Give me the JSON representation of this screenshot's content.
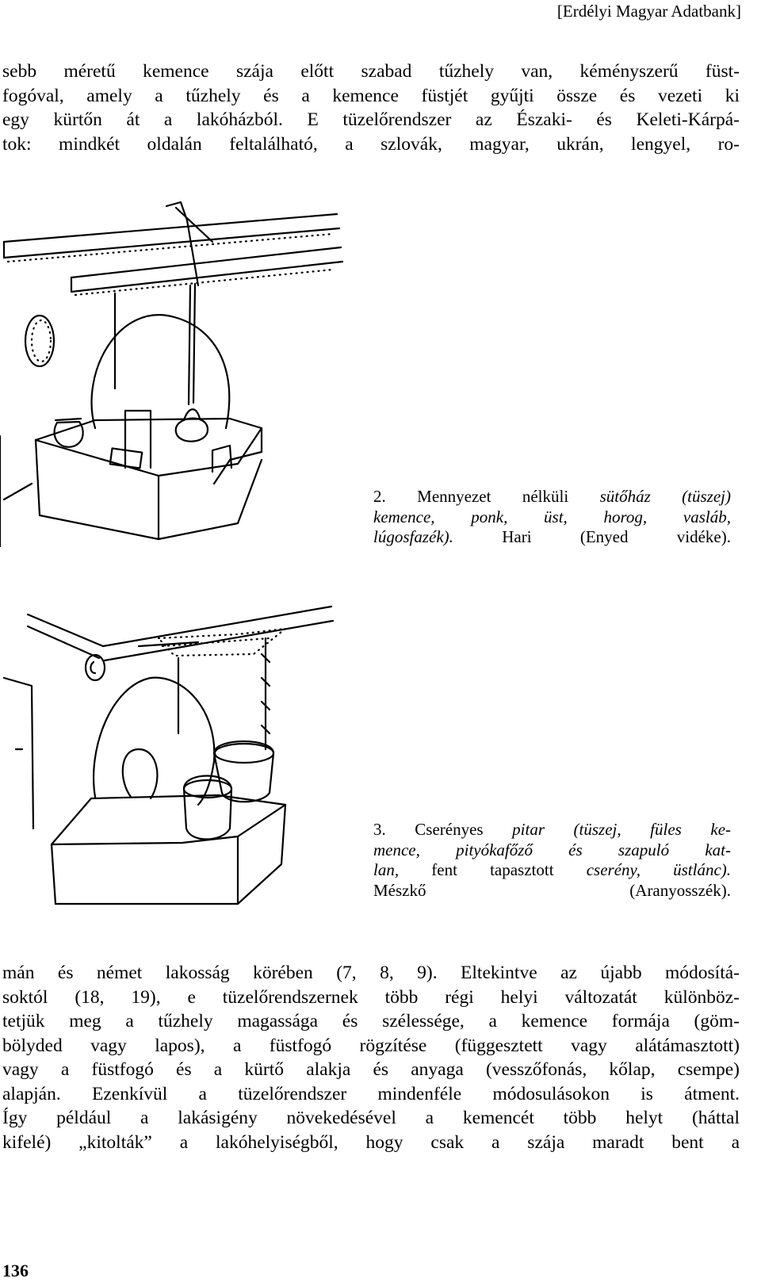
{
  "header": {
    "title": "[Erdélyi Magyar Adatbank]"
  },
  "paragraph_top": {
    "lines": [
      "sebb méretű kemence szája előtt szabad tűzhely van, kéményszerű füst-",
      "fogóval, amely a tűzhely és a kemence füstjét gyűjti össze és vezeti ki",
      "egy kürtőn át a lakóházból. E tüzelőrendszer az Északi- és Keleti-Kárpá-",
      "tok: mindkét oldalán feltalálható, a szlovák, magyar, ukrán, lengyel, ro-"
    ]
  },
  "figure2": {
    "caption_lines": [
      {
        "segments": [
          {
            "text": "2. Mennyezet nélküli ",
            "italic": false
          },
          {
            "text": "sütőház (tüszej)",
            "italic": true
          }
        ]
      },
      {
        "segments": [
          {
            "text": "kemence, ponk, üst, horog, vasláb,",
            "italic": true
          }
        ]
      },
      {
        "segments": [
          {
            "text": "lúgosfazék).",
            "italic": true
          },
          {
            "text": " Hari (Enyed vidéke).",
            "italic": false
          }
        ]
      }
    ]
  },
  "figure3": {
    "caption_lines": [
      {
        "segments": [
          {
            "text": "3. Cserényes ",
            "italic": false
          },
          {
            "text": "pitar (tüszej, füles ke-",
            "italic": true
          }
        ]
      },
      {
        "segments": [
          {
            "text": "mence, pityókafőző és szapuló kat-",
            "italic": true
          }
        ]
      },
      {
        "segments": [
          {
            "text": "lan,",
            "italic": true
          },
          {
            "text": " fent tapasztott ",
            "italic": false
          },
          {
            "text": "cserény, üstlánc).",
            "italic": true
          }
        ]
      },
      {
        "segments": [
          {
            "text": "Mészkő (Aranyosszék).",
            "italic": false
          }
        ]
      }
    ]
  },
  "paragraph_bottom": {
    "lines": [
      "mán és német lakosság körében (7, 8, 9). Eltekintve az újabb módosítá-",
      "soktól (18, 19), e tüzelőrendszernek több régi helyi változatát különböz-",
      "tetjük meg a tűzhely magassága és szélessége, a kemence formája (göm-",
      "bölyded vagy lapos), a füstfogó rögzítése (függesztett vagy alátámasztott)",
      "vagy a füstfogó és a kürtő alakja és anyaga (vesszőfonás, kőlap, csempe)",
      "alapján. Ezenkívül a tüzelőrendszer mindenféle módosulásokon is átment.",
      "Így például a lakásigény növekedésével a kemencét több helyt (háttal",
      "kifelé) „kitolták” a lakóhelyiségből, hogy csak a szája maradt bent a"
    ]
  },
  "footer": {
    "page_number": "136"
  }
}
